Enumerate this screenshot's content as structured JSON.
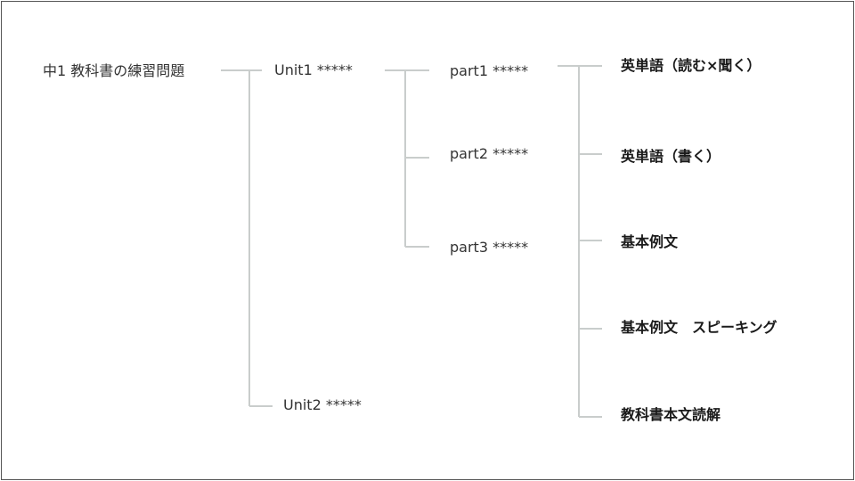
{
  "root": {
    "label": "中1 教科書の練習問題"
  },
  "units": [
    {
      "label": "Unit1 *****"
    },
    {
      "label": "Unit2 *****"
    }
  ],
  "parts": [
    {
      "label": "part1 *****"
    },
    {
      "label": "part2 *****"
    },
    {
      "label": "part3 *****"
    }
  ],
  "activities": [
    {
      "label": "英単語（読む×聞く）"
    },
    {
      "label": "英単語（書く）"
    },
    {
      "label": "基本例文"
    },
    {
      "label": "基本例文　スピーキング"
    },
    {
      "label": "教科書本文読解"
    }
  ]
}
